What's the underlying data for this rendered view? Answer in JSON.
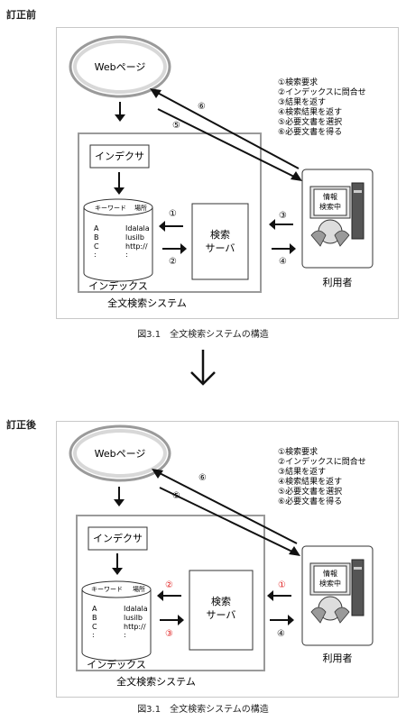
{
  "labels": {
    "before": "訂正前",
    "after": "訂正後"
  },
  "diagram": {
    "web_page": "Webページ",
    "indexer": "インデクサ",
    "index_db": {
      "col_keyword": "キーワード",
      "col_location": "場所",
      "rows": [
        {
          "key": "A",
          "loc": "Idalala"
        },
        {
          "key": "B",
          "loc": "lusilb"
        },
        {
          "key": "C",
          "loc": "http://"
        },
        {
          "key": ":",
          "loc": ":"
        }
      ]
    },
    "index_label": "インデックス",
    "server_line1": "検索",
    "server_line2": "サーバ",
    "system_label": "全文検索システム",
    "user_label": "利用者",
    "screen_line1": "情報",
    "screen_line2": "検索中",
    "steps": [
      "①検索要求",
      "②インデックスに問合せ",
      "③結果を返す",
      "④検索結果を返す",
      "⑤必要文書を選択",
      "⑥必要文書を得る"
    ],
    "marks": {
      "m1": "①",
      "m2": "②",
      "m3": "③",
      "m4": "④",
      "m5": "⑤",
      "m6": "⑥"
    },
    "highlight_color": "#e02020"
  },
  "caption": "図3.1　全文検索システムの構造"
}
